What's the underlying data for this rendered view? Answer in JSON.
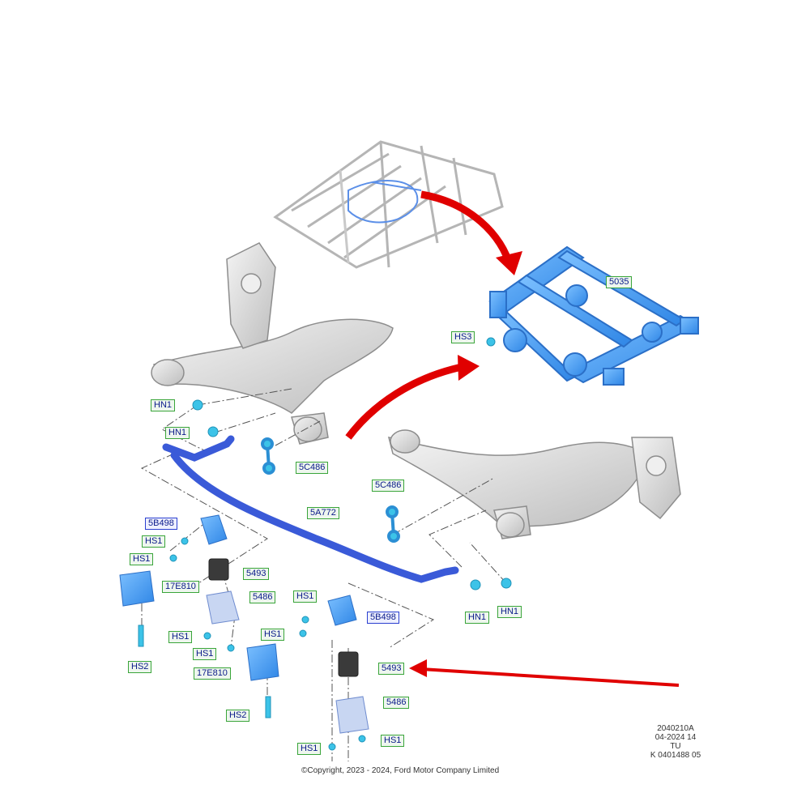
{
  "callouts": {
    "c5035": "5035",
    "hs3": "HS3",
    "hn1_a": "HN1",
    "hn1_b": "HN1",
    "c5c486_a": "5C486",
    "c5c486_b": "5C486",
    "c5a772": "5A772",
    "c5b498_a": "5B498",
    "c5b498_b": "5B498",
    "hs1_a": "HS1",
    "hs1_b": "HS1",
    "hs1_c": "HS1",
    "hs1_d": "HS1",
    "hs1_e": "HS1",
    "hs1_f": "HS1",
    "hs1_g": "HS1",
    "hs1_h": "HS1",
    "c5493_a": "5493",
    "c5493_b": "5493",
    "c17e810_a": "17E810",
    "c17e810_b": "17E810",
    "c5486_a": "5486",
    "c5486_b": "5486",
    "hs2_a": "HS2",
    "hs2_b": "HS2",
    "hn1_c": "HN1",
    "hn1_d": "HN1"
  },
  "footer": {
    "line1": "2040210A",
    "line2": "04-2024 14",
    "line3": "TU",
    "line4": "K 0401488 05",
    "copyright": "©Copyright, 2023 - 2024, Ford Motor Company Limited"
  },
  "colors": {
    "highlight_blue": "#4da3ff",
    "stabilizer_blue": "#3a5ad8",
    "arrow_red": "#e00000",
    "part_grey": "#d8d8d8",
    "fastener_cyan": "#3cc3e8"
  }
}
